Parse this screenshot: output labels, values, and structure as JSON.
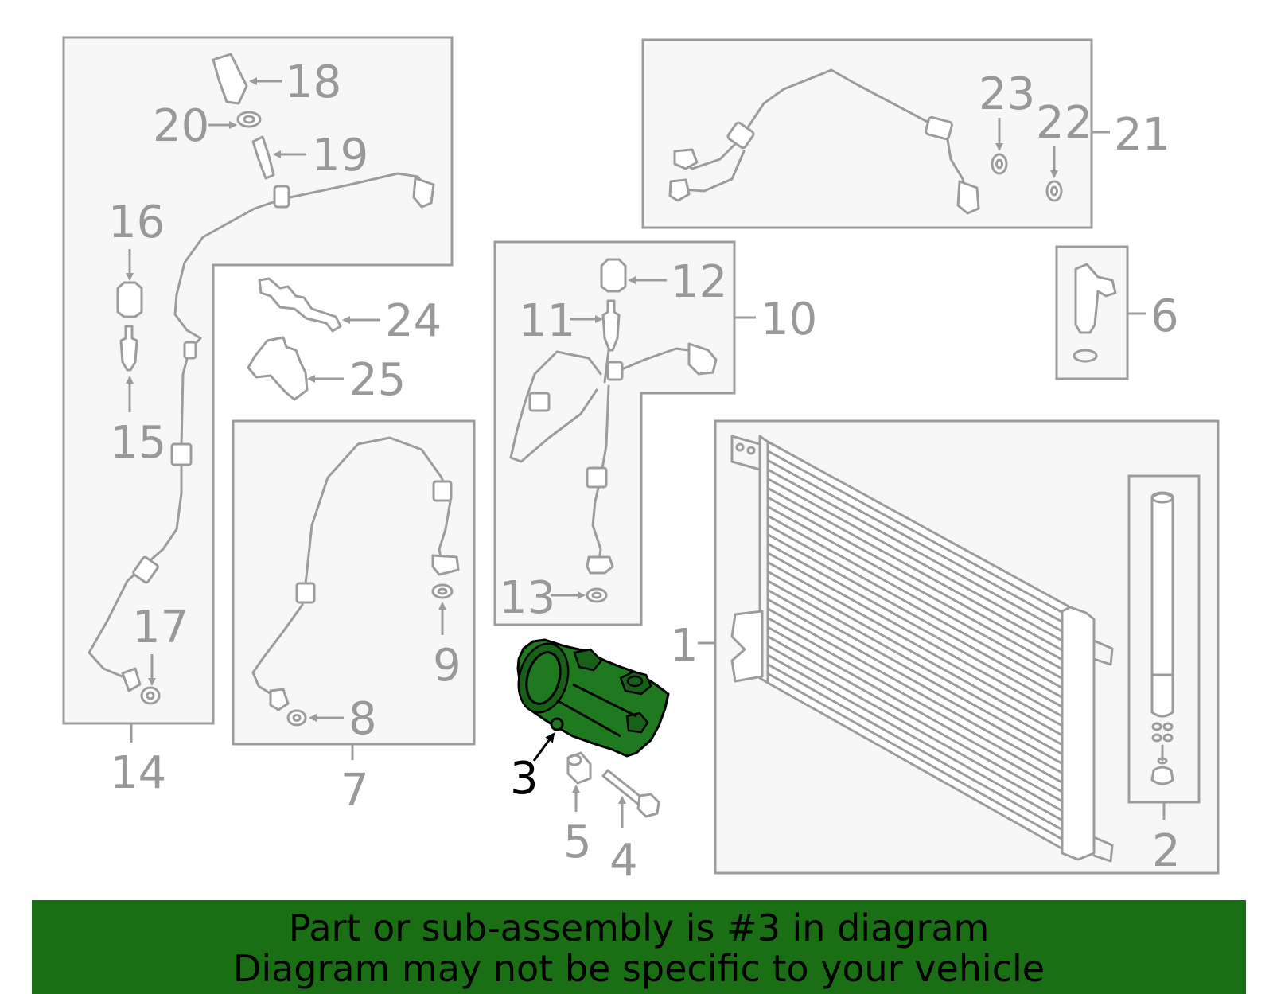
{
  "callouts": {
    "c1": "1",
    "c2": "2",
    "c3": "3",
    "c4": "4",
    "c5": "5",
    "c6": "6",
    "c7": "7",
    "c8": "8",
    "c9": "9",
    "c10": "10",
    "c11": "11",
    "c12": "12",
    "c13": "13",
    "c14": "14",
    "c15": "15",
    "c16": "16",
    "c17": "17",
    "c18": "18",
    "c19": "19",
    "c20": "20",
    "c21": "21",
    "c22": "22",
    "c23": "23",
    "c24": "24",
    "c25": "25"
  },
  "highlight": {
    "part_number": "3",
    "color": "#1f7a1f"
  },
  "banner": {
    "line1": "Part or sub-assembly is #3 in diagram",
    "line2": "Diagram may not be specific to your vehicle",
    "background": "#1a6e13"
  }
}
